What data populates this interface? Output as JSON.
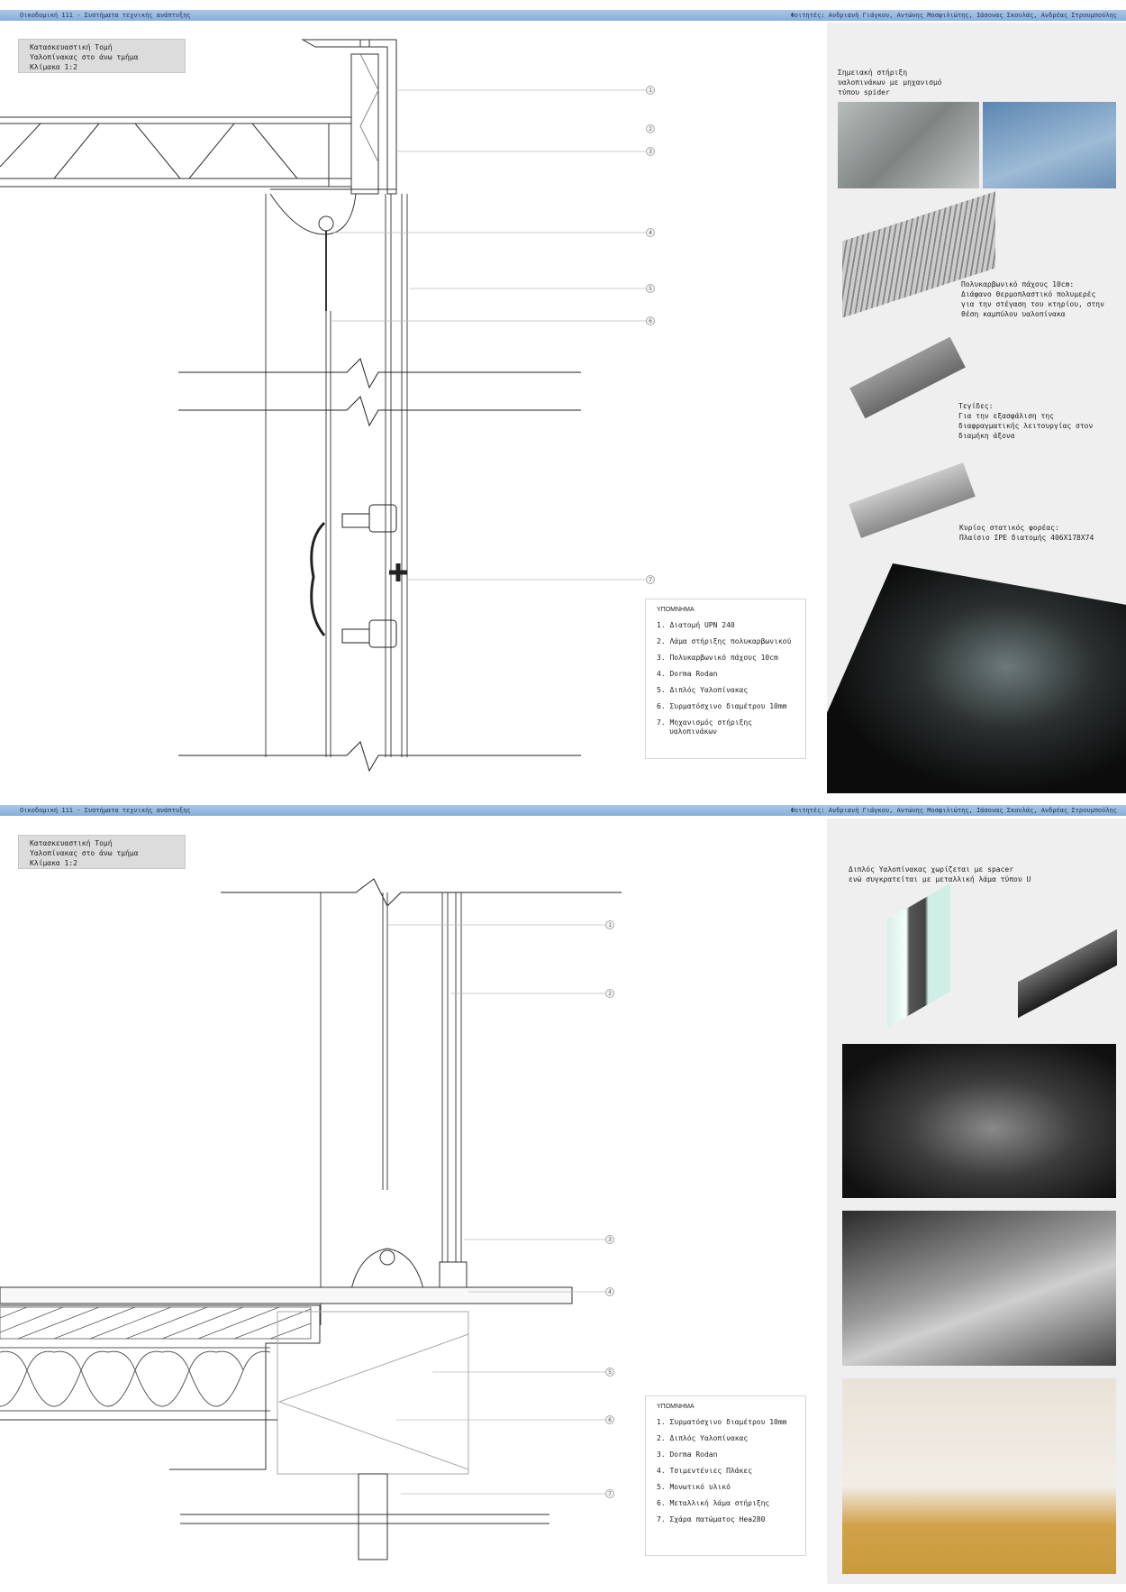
{
  "sheet1": {
    "header_left": "Οικοδομική 111 - Συστήματα τεχνικής ανάπτυξης",
    "header_right": "Φοιτητές: Ανδριανή Γιάγκου, Αντώνης Μοσφιλιώτης, Ιάσονας Σκουλάς, Ανδρέας Στρουμπούλης",
    "title_lines": [
      "Κατασκευαστική Τομή",
      "Υαλοπίνακας στο άνω τμήμα",
      "Κλίμακα 1:2"
    ],
    "callouts": [
      "1",
      "2",
      "3",
      "4",
      "5",
      "6",
      "7"
    ],
    "panel": {
      "spider_caption": "Σημειακή στήριξη\nυαλοπινάκων με μηχανισμό\nτύπου spider",
      "polycarbonate_caption": "Πολυκαρβωνικό πάχους 10cm:\nΔιάφανο θερμοπλαστικό πολυμερές\nγια την στέγαση του κτηρίου, στην\nθέση καμπύλου υαλοπίνακα",
      "ties_caption": "Τεγίδες:\nΓια την εξασφάλιση της\nδιαφραγματικής λειτουργίας στον\nδιαμήκη άξονα",
      "ipe_caption": "Κυρίος στατικός φορέας:\nΠλαίσιο IPE διατομής 406X178X74"
    },
    "legend": {
      "title": "ΥΠΟΜΝΗΜΑ",
      "items": [
        "1. Διατομή UPN 240",
        "2. Λάμα στήριξης πολυκαρβωνικού",
        "3. Πολυκαρβωνικό πάχους 10cm",
        "4. Dorma Rodan",
        "5. Διπλός Υαλοπίνακας",
        "6. Συρματόσχινο διαμέτρου 10mm",
        "7. Μηχανισμός στήριξης υαλοπινάκων"
      ]
    }
  },
  "sheet2": {
    "header_left": "Οικοδομική 111 - Συστήματα τεχνικής ανάπτυξης",
    "header_right": "Φοιτητές: Ανδριανή Γιάγκου, Αντώνης Μοσφιλιώτης, Ιάσονας Σκουλάς, Ανδρέας Στρουμπούλης",
    "title_lines": [
      "Κατασκευαστική Τομή",
      "Υαλοπίνακας στο άνω τμήμα",
      "Κλίμακα 1:2"
    ],
    "callouts": [
      "1",
      "2",
      "3",
      "4",
      "5",
      "6",
      "7"
    ],
    "panel": {
      "glass_caption": "Διπλός Υαλοπίνακας χωρίζεται με spacer\nενώ συγκρατείται με μεταλλική λάμα τύπου U"
    },
    "legend": {
      "title": "ΥΠΟΜΝΗΜΑ",
      "items": [
        "1. Συρματόσχινο διαμέτρου 10mm",
        "2. Διπλός Υαλοπίνακας",
        "3. Dorma Rodan",
        "4. Τσιμεντένιες Πλάκες",
        "5. Μονωτικό υλικό",
        "6. Μεταλλική λάμα στήριξης",
        "7. Σχάρα πατώματος Hea280"
      ]
    }
  }
}
